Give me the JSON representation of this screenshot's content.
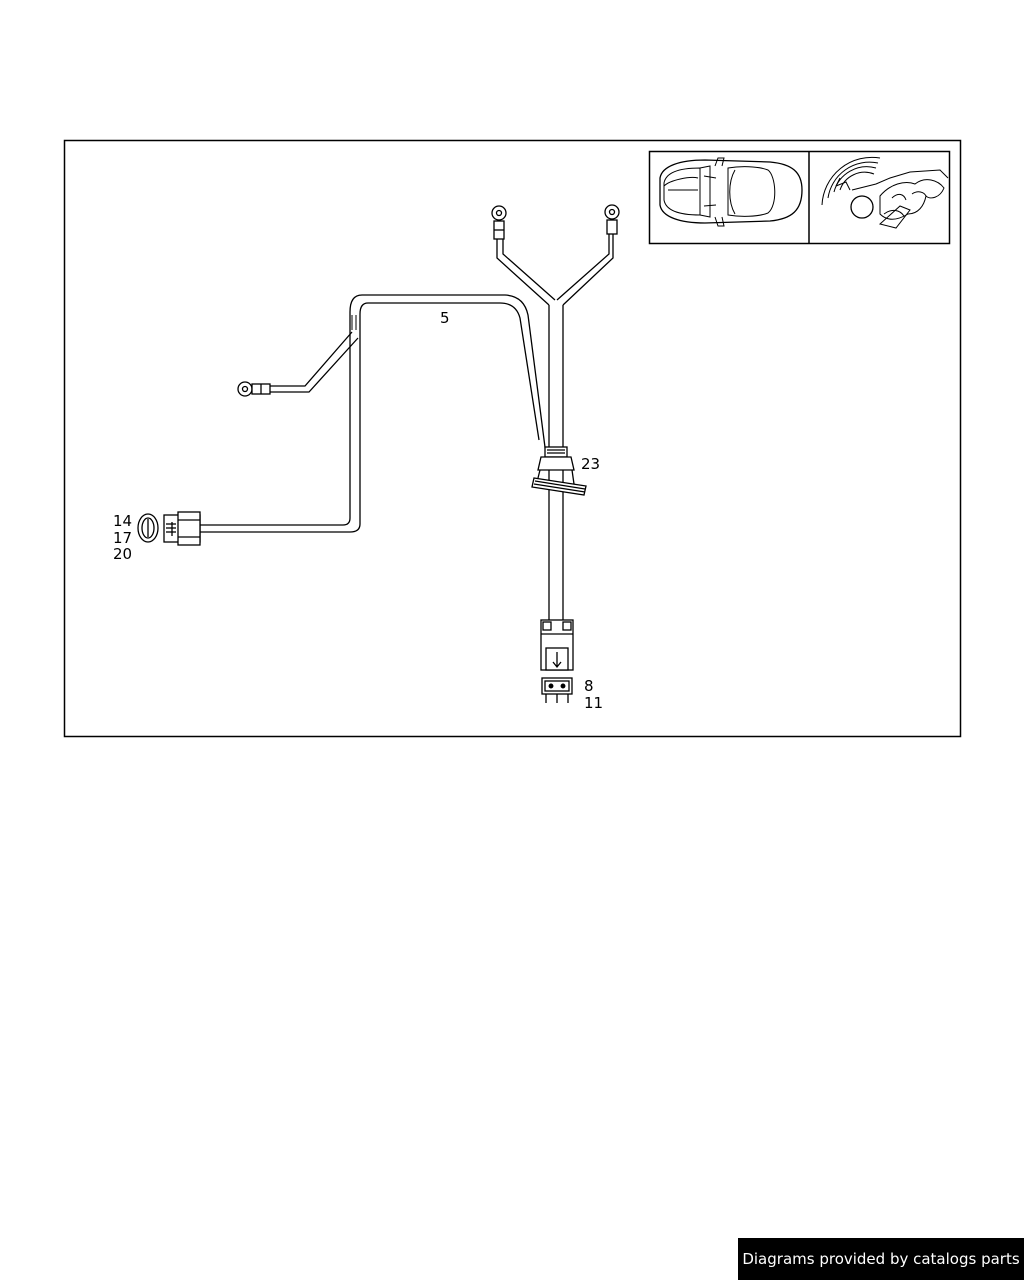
{
  "diagram": {
    "callouts": {
      "harness": "5",
      "grommet": "23",
      "connector_left": [
        "14",
        "17",
        "20"
      ],
      "connector_bottom": [
        "8",
        "11"
      ]
    }
  },
  "footer": {
    "text": "Diagrams provided by catalogs parts"
  }
}
